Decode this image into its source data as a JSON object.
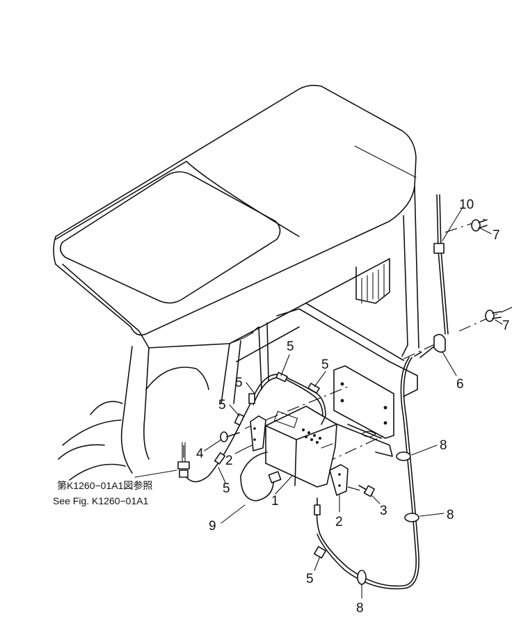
{
  "callouts": {
    "c1": "1",
    "c2a": "2",
    "c2b": "2",
    "c3": "3",
    "c4": "4",
    "c5a": "5",
    "c5b": "5",
    "c5c": "5",
    "c5d": "5",
    "c5e": "5",
    "c5f": "5",
    "c6": "6",
    "c7a": "7",
    "c7b": "7",
    "c8a": "8",
    "c8b": "8",
    "c8c": "8",
    "c9": "9",
    "c10": "10"
  },
  "reference": {
    "jp": "第K1260−01A1図参照",
    "en": "See Fig. K1260−01A1"
  }
}
